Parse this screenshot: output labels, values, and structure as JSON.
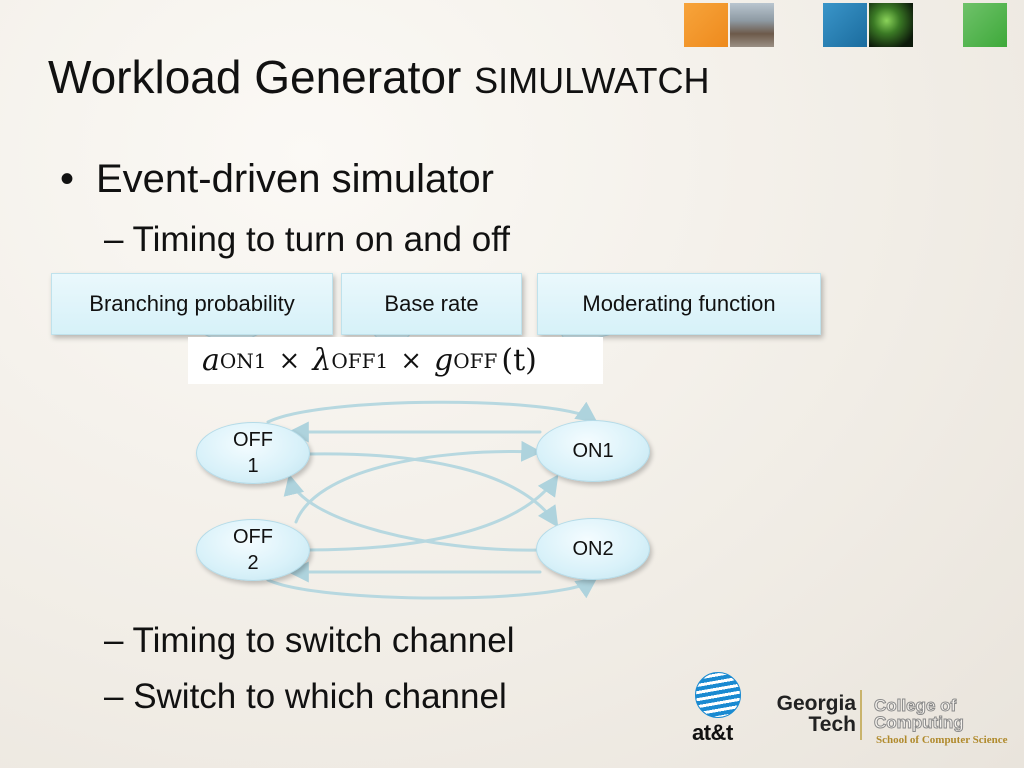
{
  "title": {
    "main": "Workload Generator ",
    "small": "SIMULWATCH"
  },
  "bullets": {
    "dot": "•",
    "main": "Event-driven simulator",
    "sub1": "– Timing to turn on and off",
    "sub2": "– Timing to switch channel",
    "sub3": "– Switch to which channel"
  },
  "callouts": {
    "branching": "Branching probability",
    "base_rate": "Base rate",
    "moderating": "Moderating function"
  },
  "formula": {
    "a": "a",
    "a_sub": "ON1",
    "times": "×",
    "lambda": "λ",
    "lambda_sub": "OFF1",
    "g": "g",
    "g_sub": "OFF",
    "arg": "(t)"
  },
  "diagram": {
    "nodes": {
      "off1": "OFF\n1",
      "off2": "OFF\n2",
      "on1": "ON1",
      "on2": "ON2"
    }
  },
  "logos": {
    "att": "at&t",
    "gt_line1": "Georgia",
    "gt_line2": "Tech",
    "coc_line1": "College of",
    "coc_line2": "Computing",
    "scs": "School of Computer Science"
  },
  "colors": {
    "callout_fill": "#d6f1f8",
    "arrow": "#b7d8e0",
    "att_blue": "#1a8ad1"
  }
}
